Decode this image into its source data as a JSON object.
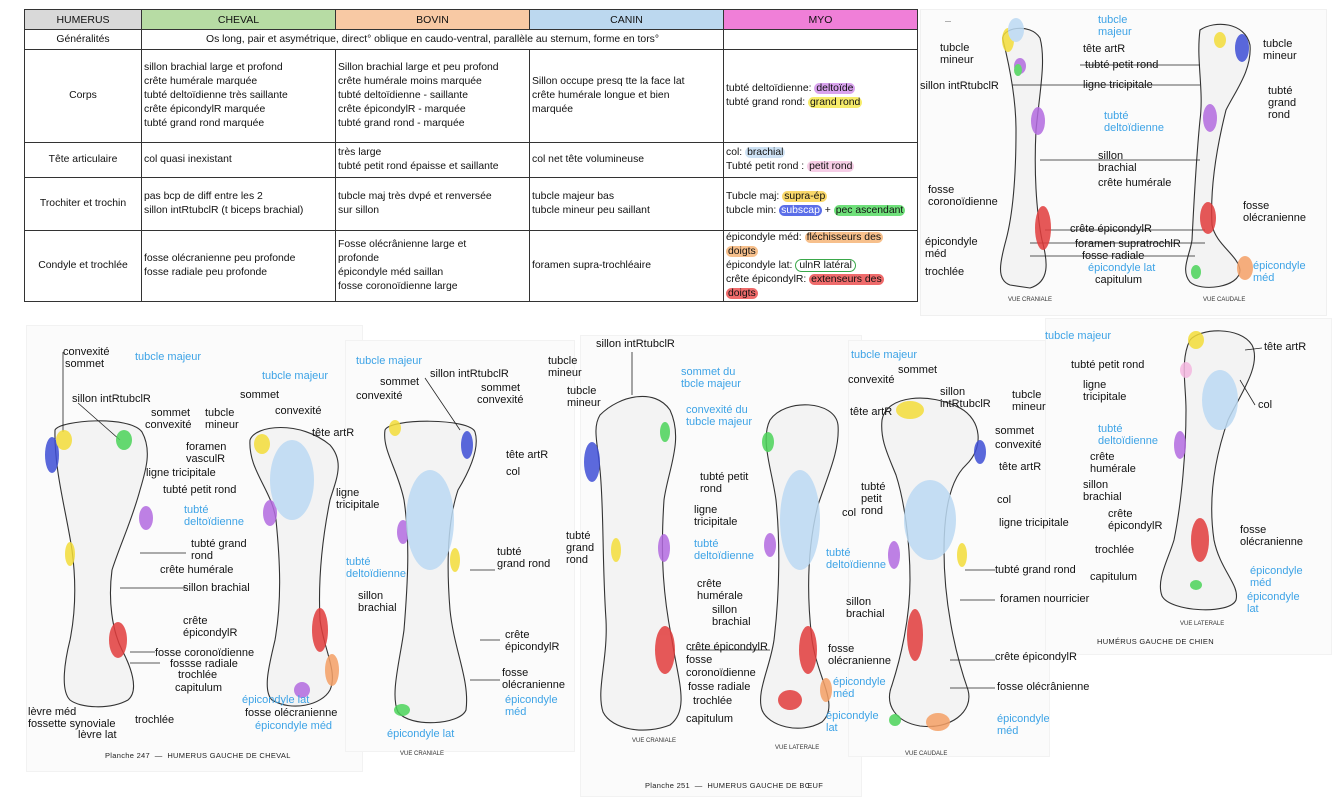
{
  "table": {
    "headers": [
      {
        "label": "HUMERUS",
        "bg": "#d9d9d9"
      },
      {
        "label": "CHEVAL",
        "bg": "#b7dca4"
      },
      {
        "label": "BOVIN",
        "bg": "#f8c9a4"
      },
      {
        "label": "CANIN",
        "bg": "#bcd8ef"
      },
      {
        "label": "MYO",
        "bg": "#f07fd8"
      }
    ],
    "generalites": {
      "label": "Généralités",
      "text": "Os long, pair et asymétrique, direct° oblique en caudo-ventral, parallèle au sternum, forme en tors°"
    },
    "rows": [
      {
        "label": "Corps",
        "cheval": [
          "sillon brachial large et profond",
          "crête humérale marquée",
          "tubté deltoïdienne très saillante",
          "crête épicondylR marquée",
          "tubté grand rond marquée"
        ],
        "bovin": [
          "Sillon brachial large et peu profond",
          "crête humérale moins marquée",
          "tubté deltoïdienne - saillante",
          "crête épicondylR - marquée",
          "tubté grand rond - marquée"
        ],
        "canin": [
          "Sillon occupe presq tte la face lat",
          "crête humérale longue et bien",
          "marquée"
        ],
        "myo": [
          [
            {
              "t": "tubté deltoïdienne: "
            },
            {
              "t": "deltoïde",
              "hl": "#d9a3ee"
            }
          ],
          [
            {
              "t": "tubté grand rond: "
            },
            {
              "t": "grand rond",
              "hl": "#f7ec6a"
            }
          ]
        ]
      },
      {
        "label": "Tête articulaire",
        "cheval": [
          "col quasi inexistant"
        ],
        "bovin": [
          "très large",
          "tubté petit rond épaisse et saillante"
        ],
        "canin": [
          "col net tête volumineuse"
        ],
        "myo": [
          [
            {
              "t": "col: "
            },
            {
              "t": "brachial",
              "hl": "#cfe3f5"
            }
          ],
          [
            {
              "t": "Tubté petit rond : "
            },
            {
              "t": "petit rond",
              "hl": "#f6cde6"
            }
          ]
        ]
      },
      {
        "label": "Trochiter et trochin",
        "cheval": [
          "pas bcp de diff entre les 2",
          "sillon intRtubclR (t biceps brachial)"
        ],
        "bovin": [
          "tubcle maj très dvpé et renversée",
          "sur sillon"
        ],
        "canin": [
          "tubcle majeur bas",
          "tubcle mineur peu saillant"
        ],
        "myo": [
          [
            {
              "t": "Tubcle maj: "
            },
            {
              "t": "supra-ép",
              "hl": "#f9d86a"
            }
          ],
          [
            {
              "t": "tubcle min: "
            },
            {
              "t": "subscap",
              "hl": "#5b6ee8"
            },
            {
              "t": " + "
            },
            {
              "t": "pec ascendant",
              "hl": "#6fe07a"
            }
          ]
        ]
      },
      {
        "label": "Condyle et trochlée",
        "cheval": [
          "fosse olécranienne peu profonde",
          "fosse radiale peu profonde"
        ],
        "bovin": [
          "Fosse olécrânienne large et",
          "profonde",
          "épicondyle méd saillan",
          "fosse coronoïdienne large"
        ],
        "canin": [
          "foramen supra-trochléaire"
        ],
        "myo": [
          [
            {
              "t": "épicondyle méd: "
            },
            {
              "t": "fléchisseurs des",
              "hl": "#f7c08c"
            }
          ],
          [
            {
              "t": "doigts",
              "hl": "#f7c08c"
            }
          ],
          [
            {
              "t": "épicondyle lat: "
            },
            {
              "t": "ulnR latéral",
              "circ": true
            }
          ],
          [
            {
              "t": "crête épicondylR: "
            },
            {
              "t": "extenseurs des",
              "hl": "#ef6b6b"
            }
          ],
          [
            {
              "t": "doigts",
              "hl": "#ef6b6b"
            }
          ]
        ]
      }
    ]
  },
  "colors": {
    "yellow": "#f3dd3a",
    "purple": "#b36be0",
    "blue": "#3f4fd6",
    "green": "#4cd45a",
    "red": "#e23c3c",
    "lightblue": "#bcdaf3",
    "orange": "#f5a066",
    "pink": "#f4b8e0"
  },
  "dog_top": {
    "labels": {
      "tubcle_majeur": "tubcle\nmajeur",
      "tubcle_mineur_l": "tubcle\nmineur",
      "tete_artR": "tête artR",
      "tubcle_mineur_r": "tubcle\nmineur",
      "tubte_petit_rond": "tubté petit rond",
      "sillon_intR": "sillon intRtubclR",
      "ligne_tricc": "ligne tricipitale",
      "tubte_grand_rond": "tubté\ngrand\nrond",
      "tubte_deltoid": "tubté\ndeltoïdienne",
      "sillon_brachial": "sillon\nbrachial",
      "crete_humerale": "crête humérale",
      "fosse_corono": "fosse\ncoronoïdienne",
      "fosse_olec": "fosse\nolécranienne",
      "crete_epicondylR": "crête épicondylR",
      "epicondyle_med": "épicondyle\nméd",
      "foramen": "foramen supratrochlR",
      "fosse_radiale": "fosse radiale",
      "epicondyle_lat": "épicondyle lat",
      "trochlee": "trochlée",
      "capitulum": "capitulum",
      "epicondyle_med_r": "épicondyle\nméd",
      "vue_cran": "VUE CRANIALE",
      "vue_caud": "VUE CAUDALE",
      "dash": "---"
    }
  },
  "horse": {
    "labels": {
      "convexite": "convexité",
      "sommet": "sommet",
      "tubcle_majeur": "tubcle majeur",
      "tubcle_majeur2": "tubcle majeur",
      "sillon_intR": "sillon intRtubclR",
      "sommet2": "sommet",
      "convexite2": "convexité",
      "sommet3": "sommet",
      "convexite3": "convexité",
      "tubcle_mineur": "tubcle\nmineur",
      "tete_artR": "tête artR",
      "foramen": "foramen\nvasculR",
      "ligne_tric": "ligne tricipitale",
      "tubte_petit_rond": "tubté petit rond",
      "ligne_tric2": "ligne\ntricipitale",
      "tubte_deltoid": "tubté\ndeltoïdienne",
      "tubte_grand_rond": "tubté grand\nrond",
      "crete_humerale": "crête humérale",
      "sillon_brachial": "sillon brachial",
      "crete_epicondylR": "crête\népicondylR",
      "fosse_corono": "fosse coronoïdienne",
      "fosse_radiale": "fossse radiale",
      "trochlee": "trochlée",
      "capitulum": "capitulum",
      "epicondyle_lat": "épicondyle lat",
      "fosse_olec": "fosse olécranienne",
      "epicondyle_med": "épicondyle méd",
      "levre_med": "lèvre méd",
      "fossette": "fossette synoviale",
      "levre_lat": "lèvre lat",
      "trochlee2": "trochlée",
      "caption": "Planche 247  —  HUMERUS GAUCHE DE CHEVAL"
    }
  },
  "cow": {
    "labels": {
      "tubcle_majeur": "tubcle majeur",
      "sommet": "sommet",
      "convexite": "convexité",
      "sillon_intR": "sillon intRtubclR",
      "tubcle_mineur": "tubcle\nmineur",
      "sommet2": "sommet",
      "convexite2": "convexité",
      "tete_artR": "tête artR",
      "col": "col",
      "tubte_delt": "tubté\ndeltoïdienne",
      "tubte_grand_rond": "tubté\ngrand rond",
      "sillon_brachial": "sillon\nbrachial",
      "crete_epicondylR": "crête\népicondylR",
      "fosse_olec": "fosse\nolécranienne",
      "epicondyle_med": "épicondyle\nméd",
      "epicondyle_lat": "épicondyle lat",
      "vue_cran": "VUE CRANIALE"
    }
  },
  "cow2": {
    "labels": {
      "sillon_intR": "sillon intRtubclR",
      "tubcle_mineur": "tubcle\nmineur",
      "sommet_tbcle": "sommet du\ntbcle majeur",
      "convexite_tbcle": "convexité du\ntubcle majeur",
      "tete_artR": "tête artR",
      "tubte_petit_rond": "tubté petit\nrond",
      "tubte": "tubté\npetit\nrond",
      "ligne_tric": "ligne\ntricipitale",
      "col": "col",
      "tubte_grand_rond": "tubté\ngrand\nrond",
      "tubte_delt": "tubté\ndeltoïdienne",
      "tubte_delt2": "tubté\ndeltoïdienne",
      "crete_humerale": "crête\nhumérale",
      "sillon_brachial": "sillon\nbrachial",
      "crete_epicondylR": "crête épicondylR",
      "fosse": "fosse",
      "coronoidienne": "coronoïdienne",
      "fosse_radiale": "fosse radiale",
      "trochlee": "trochlée",
      "capitulum": "capitulum",
      "fosse_olec": "fosse\nolécranienne",
      "epicondyle_med": "épicondyle\nméd",
      "epicondyle_lat": "épicondyle\nlat",
      "caption": "Planche 251  —  HUMERUS GAUCHE DE BŒUF",
      "vue_cran": "VUE CRANIALE",
      "vue_lat": "VUE LATERALE"
    }
  },
  "dog_bottom": {
    "labels": {
      "tubcle_majeur": "tubcle majeur",
      "convexite": "convexité",
      "sommet": "sommet",
      "sillon_intR": "sillon\nintRtubclR",
      "tubcle_mineur": "tubcle\nmineur",
      "sommet2": "sommet",
      "convexite2": "convexité",
      "tete_artR": "tête artR",
      "col": "col",
      "ligne_tric": "ligne tricipitale",
      "tubte_grand_rond": "tubté grand rond",
      "foramen": "foramen nourricier",
      "sillon_brachial": "sillon\nbrachial",
      "crete_epicondylR": "crête épicondylR",
      "fosse_olec": "fosse olécrânienne",
      "epicondyle_med": "épicondyle\nméd",
      "vue_caud": "VUE CAUDALE"
    }
  },
  "dog_lat": {
    "labels": {
      "tubcle_majeur": "tubcle majeur",
      "tete_artR": "tête artR",
      "tubte_petit_rond": "tubté petit rond",
      "ligne_tric": "ligne\ntricipitale",
      "col": "col",
      "tubte_delt": "tubté\ndeltoïdienne",
      "crete_humerale": "crête\nhumérale",
      "sillon_brachial": "sillon\nbrachial",
      "crete_epicondylR": "crête\népicondylR",
      "fosse_olec": "fosse\nolécranienne",
      "trochlee": "trochlée",
      "capitulum": "capitulum",
      "epicondyle_med": "épicondyle\nméd",
      "epicondyle_lat": "épicondyle\nlat",
      "caption": "HUMÉRUS GAUCHE DE CHIEN",
      "vue_lat": "VUE LATERALE"
    }
  }
}
